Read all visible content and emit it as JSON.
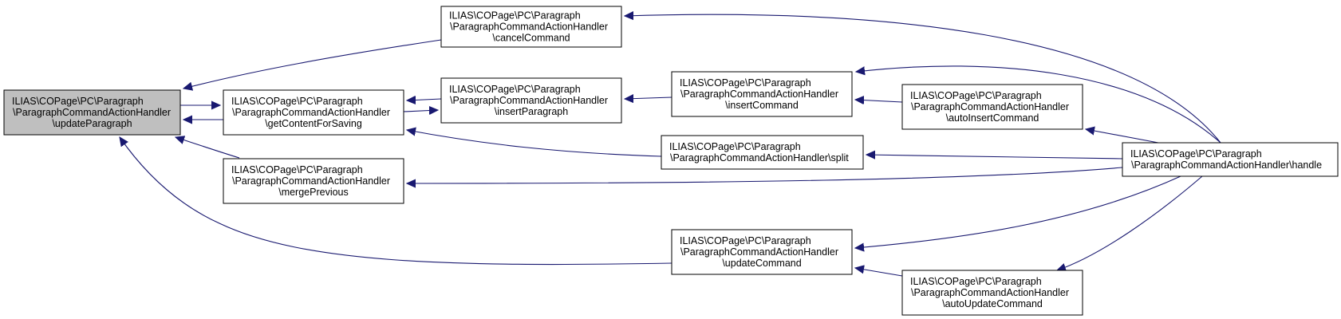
{
  "diagram": {
    "type": "call-graph",
    "nodes": [
      {
        "id": "updateParagraph",
        "lines": [
          "ILIAS\\COPage\\PC\\Paragraph",
          "\\ParagraphCommandActionHandler",
          "\\updateParagraph"
        ],
        "highlighted": true
      },
      {
        "id": "getContentForSaving",
        "lines": [
          "ILIAS\\COPage\\PC\\Paragraph",
          "\\ParagraphCommandActionHandler",
          "\\getContentForSaving"
        ]
      },
      {
        "id": "mergePrevious",
        "lines": [
          "ILIAS\\COPage\\PC\\Paragraph",
          "\\ParagraphCommandActionHandler",
          "\\mergePrevious"
        ]
      },
      {
        "id": "cancelCommand",
        "lines": [
          "ILIAS\\COPage\\PC\\Paragraph",
          "\\ParagraphCommandActionHandler",
          "\\cancelCommand"
        ]
      },
      {
        "id": "insertParagraph",
        "lines": [
          "ILIAS\\COPage\\PC\\Paragraph",
          "\\ParagraphCommandActionHandler",
          "\\insertParagraph"
        ]
      },
      {
        "id": "insertCommand",
        "lines": [
          "ILIAS\\COPage\\PC\\Paragraph",
          "\\ParagraphCommandActionHandler",
          "\\insertCommand"
        ]
      },
      {
        "id": "split",
        "lines": [
          "ILIAS\\COPage\\PC\\Paragraph",
          "\\ParagraphCommandActionHandler\\split"
        ]
      },
      {
        "id": "autoInsertCommand",
        "lines": [
          "ILIAS\\COPage\\PC\\Paragraph",
          "\\ParagraphCommandActionHandler",
          "\\autoInsertCommand"
        ]
      },
      {
        "id": "updateCommand",
        "lines": [
          "ILIAS\\COPage\\PC\\Paragraph",
          "\\ParagraphCommandActionHandler",
          "\\updateCommand"
        ]
      },
      {
        "id": "autoUpdateCommand",
        "lines": [
          "ILIAS\\COPage\\PC\\Paragraph",
          "\\ParagraphCommandActionHandler",
          "\\autoUpdateCommand"
        ]
      },
      {
        "id": "handle",
        "lines": [
          "ILIAS\\COPage\\PC\\Paragraph",
          "\\ParagraphCommandActionHandler\\handle"
        ]
      }
    ],
    "edges": [
      {
        "from": "cancelCommand",
        "to": "updateParagraph"
      },
      {
        "from": "getContentForSaving",
        "to": "updateParagraph"
      },
      {
        "from": "updateParagraph",
        "to": "getContentForSaving"
      },
      {
        "from": "mergePrevious",
        "to": "updateParagraph"
      },
      {
        "from": "updateCommand",
        "to": "updateParagraph"
      },
      {
        "from": "insertParagraph",
        "to": "getContentForSaving"
      },
      {
        "from": "getContentForSaving",
        "to": "insertParagraph"
      },
      {
        "from": "split",
        "to": "getContentForSaving"
      },
      {
        "from": "insertCommand",
        "to": "insertParagraph"
      },
      {
        "from": "autoInsertCommand",
        "to": "insertCommand"
      },
      {
        "from": "handle",
        "to": "insertCommand"
      },
      {
        "from": "handle",
        "to": "cancelCommand"
      },
      {
        "from": "handle",
        "to": "autoInsertCommand"
      },
      {
        "from": "handle",
        "to": "split"
      },
      {
        "from": "handle",
        "to": "mergePrevious"
      },
      {
        "from": "handle",
        "to": "updateCommand"
      },
      {
        "from": "handle",
        "to": "autoUpdateCommand"
      },
      {
        "from": "autoUpdateCommand",
        "to": "updateCommand"
      }
    ],
    "colors": {
      "edge": "#191970",
      "highlighted_fill": "#bfbfbf",
      "node_fill": "#ffffff",
      "border": "#000000"
    }
  }
}
